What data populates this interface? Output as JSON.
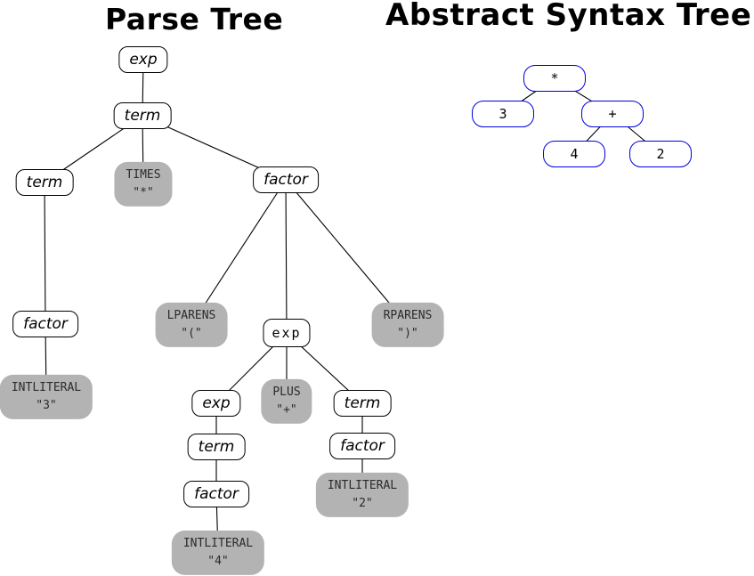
{
  "titles": {
    "parse_tree": "Parse Tree",
    "ast": "Abstract Syntax Tree"
  },
  "parse_tree": {
    "nodes": {
      "exp_root": "exp",
      "term_top": "term",
      "term_left": "term",
      "factor_mid": "factor",
      "factor_left": "factor",
      "exp_mid": "exp",
      "exp_inner": "exp",
      "term_inner_right": "term",
      "term_inner_left": "term",
      "factor_inner_right": "factor",
      "factor_inner_left": "factor"
    },
    "tokens": {
      "times": {
        "name": "TIMES",
        "lexeme": "\"*\""
      },
      "lparens": {
        "name": "LPARENS",
        "lexeme": "\"(\""
      },
      "rparens": {
        "name": "RPARENS",
        "lexeme": "\")\""
      },
      "plus": {
        "name": "PLUS",
        "lexeme": "\"+\""
      },
      "int3": {
        "name": "INTLITERAL",
        "lexeme": "\"3\""
      },
      "int4": {
        "name": "INTLITERAL",
        "lexeme": "\"4\""
      },
      "int2": {
        "name": "INTLITERAL",
        "lexeme": "\"2\""
      }
    }
  },
  "ast": {
    "nodes": {
      "mul": "*",
      "three": "3",
      "plus": "+",
      "four": "4",
      "two": "2"
    }
  },
  "colors": {
    "token_fill": "#b3b3b3",
    "ast_border": "#0000e0",
    "node_border": "#000000",
    "edge": "#000000"
  }
}
